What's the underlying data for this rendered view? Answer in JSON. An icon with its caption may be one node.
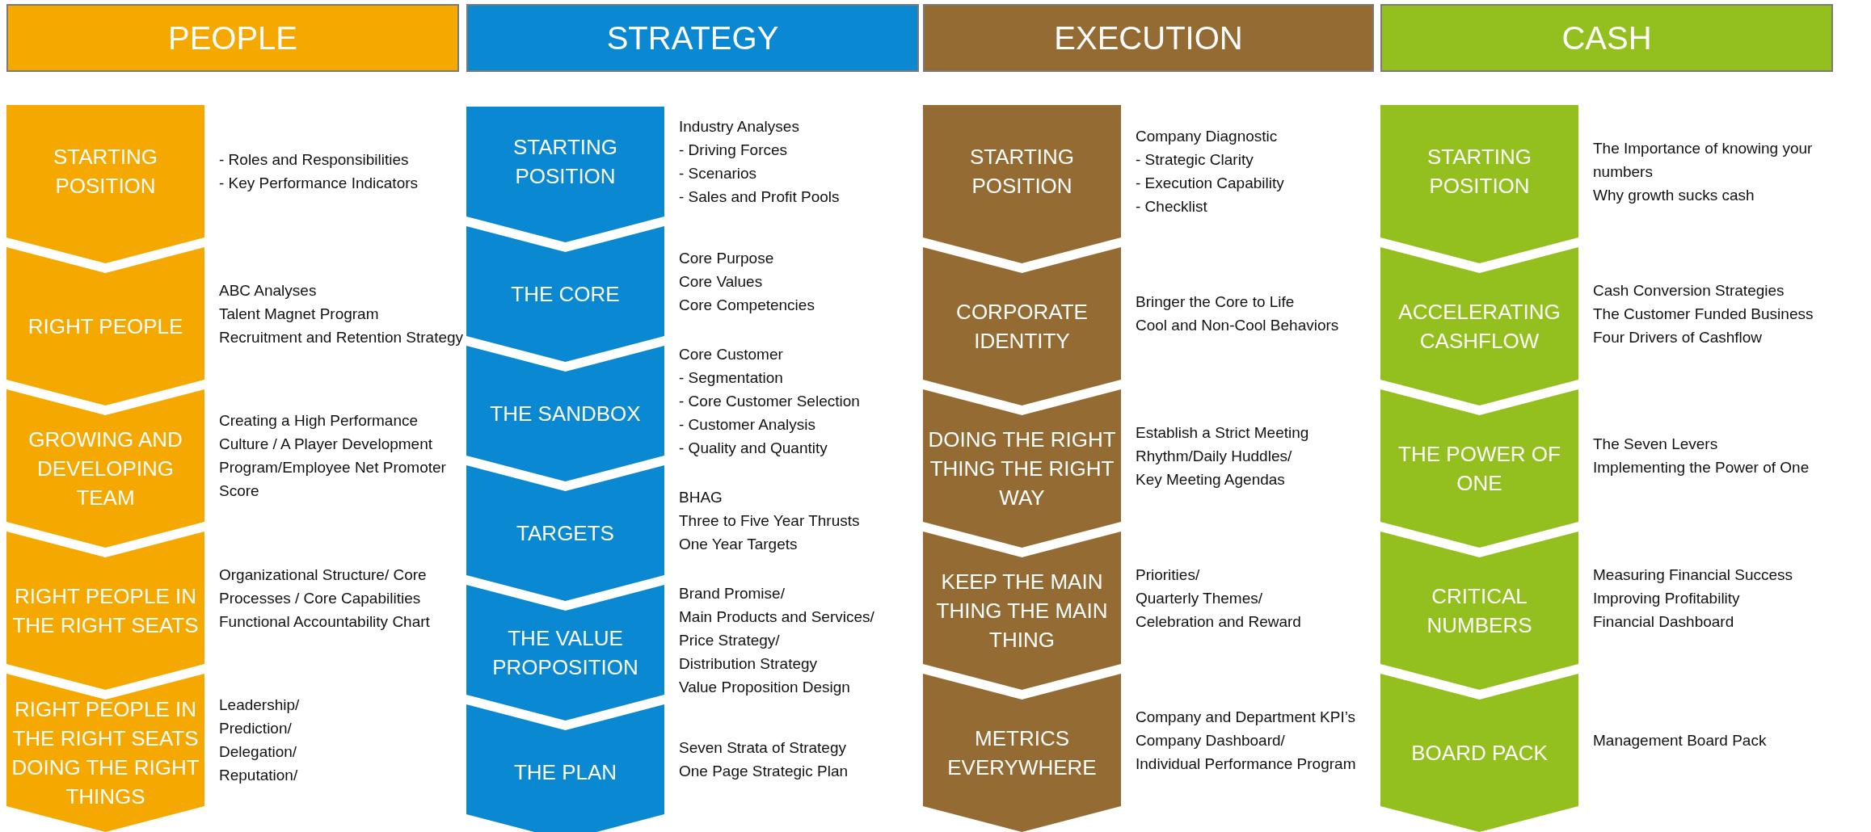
{
  "diagram": {
    "nodes": [
      {
        "text": [
          "PEOPLE"
        ]
      },
      {
        "text": [
          "STRATEGY"
        ]
      },
      {
        "text": [
          "EXECUTION"
        ]
      },
      {
        "text": [
          "CASH"
        ]
      },
      {
        "text": [
          "STARTING POSITION"
        ],
        "beside": [
          "- Roles and   Responsibilities",
          "- Key Performance Indicators"
        ]
      },
      {
        "text": [
          "RIGHT PEOPLE"
        ],
        "beside": [
          "ABC Analyses",
          "Talent Magnet Program",
          "Recruitment and Retention Strategy"
        ]
      },
      {
        "text": [
          "GROWING AND DEVELOPING TEAM"
        ],
        "beside": [
          "Creating a High Performance Culture / A Player Development Program/Employee Net Promoter Score"
        ]
      },
      {
        "text": [
          "RIGHT PEOPLE IN THE RIGHT SEATS"
        ],
        "beside": [
          "Organizational Structure/ Core Processes / Core Capabilities Functional Accountability Chart"
        ]
      },
      {
        "text": [
          "RIGHT PEOPLE IN THE RIGHT SEATS DOING THE RIGHT THINGS"
        ],
        "beside": [
          "Leadership/",
          "Prediction/",
          "Delegation/",
          "Reputation/"
        ]
      },
      {
        "text": [
          "STARTING POSITION"
        ],
        "beside": [
          "Industry Analyses",
          "- Driving Forces",
          "- Scenarios",
          "- Sales and Profit Pools"
        ]
      },
      {
        "text": [
          "THE CORE"
        ],
        "beside": [
          "Core Purpose",
          "Core Values",
          "Core Competencies"
        ]
      },
      {
        "text": [
          "THE SANDBOX"
        ],
        "beside": [
          "Core Customer",
          "- Segmentation",
          "- Core Customer Selection",
          "- Customer Analysis",
          "- Quality and Quantity"
        ]
      },
      {
        "text": [
          "TARGETS"
        ],
        "beside": [
          "BHAG",
          "Three to Five Year Thrusts",
          "One Year Targets"
        ]
      },
      {
        "text": [
          "THE VALUE PROPOSITION"
        ],
        "beside": [
          "Brand Promise/",
          "Main Products and Services/",
          "Price Strategy/",
          "Distribution Strategy",
          "Value Proposition Design"
        ]
      },
      {
        "text": [
          "THE PLAN"
        ],
        "beside": [
          "Seven Strata of Strategy",
          "One Page Strategic Plan"
        ]
      },
      {
        "text": [
          "STARTING POSITION"
        ],
        "beside": [
          "Company Diagnostic",
          "- Strategic Clarity",
          "- Execution Capability",
          "- Checklist"
        ]
      },
      {
        "text": [
          "CORPORATE IDENTITY"
        ],
        "beside": [
          "Bringer the Core to Life",
          "Cool and Non-Cool Behaviors"
        ]
      },
      {
        "text": [
          "DOING THE RIGHT THING THE RIGHT WAY"
        ],
        "beside": [
          "Establish a Strict Meeting Rhythm/Daily Huddles/",
          "Key Meeting Agendas"
        ]
      },
      {
        "text": [
          "KEEP THE MAIN THING THE MAIN THING"
        ],
        "beside": [
          "Priorities/",
          "Quarterly Themes/",
          "Celebration and Reward"
        ]
      },
      {
        "text": [
          "METRICS EVERYWHERE"
        ],
        "beside": [
          "Company and Department KPI’s",
          "Company Dashboard/",
          "Individual Performance Program"
        ]
      },
      {
        "text": [
          "STARTING POSITION"
        ],
        "beside": [
          "The Importance of knowing your numbers",
          "Why growth sucks cash"
        ]
      },
      {
        "text": [
          "ACCELERATING CASHFLOW"
        ],
        "beside": [
          "Cash Conversion Strategies",
          "The Customer Funded Business",
          "Four Drivers of Cashflow"
        ]
      },
      {
        "text": [
          "THE POWER OF ONE"
        ],
        "beside": [
          "The Seven Levers",
          "Implementing the Power of One"
        ]
      },
      {
        "text": [
          "CRITICAL NUMBERS"
        ],
        "beside": [
          "Measuring Financial Success",
          "Improving Profitability",
          "Financial Dashboard"
        ]
      },
      {
        "text": [
          "BOARD PACK"
        ],
        "beside": [
          "Management Board Pack"
        ]
      }
    ]
  }
}
